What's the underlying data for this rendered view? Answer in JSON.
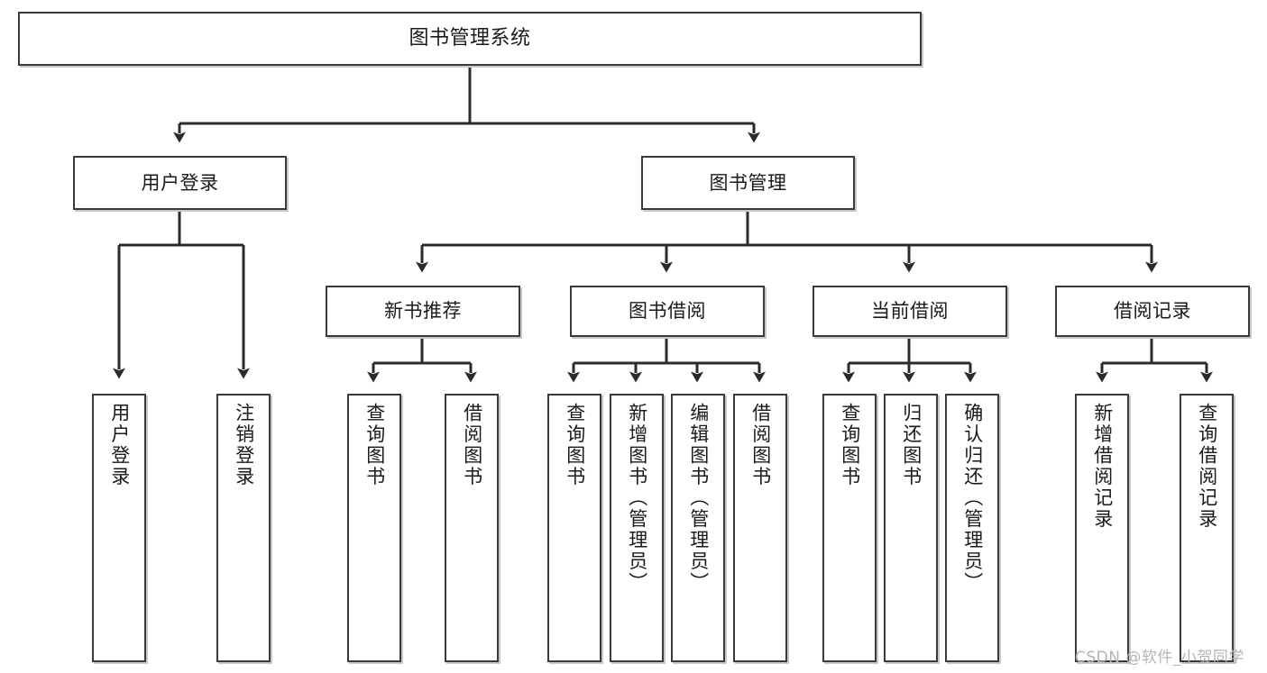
{
  "diagram": {
    "type": "tree-hierarchy-functional-structure",
    "title": "图书管理系统",
    "orientation": "top-down",
    "colors": {
      "box_border": "#3a3a3a",
      "box_fill": "#ffffff",
      "edge": "#2b2b2b",
      "shadow": "#c9c9c9",
      "watermark": "#b4b4b4",
      "background": "#ffffff"
    }
  },
  "nodes": {
    "root": {
      "label": "图书管理系统"
    },
    "level2": [
      {
        "id": "user-login",
        "label": "用户登录"
      },
      {
        "id": "book-management",
        "label": "图书管理"
      }
    ],
    "level3": [
      {
        "id": "new-book-recommend",
        "label": "新书推荐"
      },
      {
        "id": "book-borrow",
        "label": "图书借阅"
      },
      {
        "id": "current-borrow",
        "label": "当前借阅"
      },
      {
        "id": "borrow-record",
        "label": "借阅记录"
      }
    ],
    "leaves": [
      {
        "id": "leaf-user-login",
        "label": "用户登录",
        "parent": "user-login"
      },
      {
        "id": "leaf-logout-login",
        "label": "注销登录",
        "parent": "user-login"
      },
      {
        "id": "leaf-query-book-1",
        "label": "查询图书",
        "parent": "new-book-recommend"
      },
      {
        "id": "leaf-borrow-book-1",
        "label": "借阅图书",
        "parent": "new-book-recommend"
      },
      {
        "id": "leaf-query-book-2",
        "label": "查询图书",
        "parent": "book-borrow"
      },
      {
        "id": "leaf-add-book",
        "label": "新增图书（管理员）",
        "parent": "book-borrow"
      },
      {
        "id": "leaf-edit-book",
        "label": "编辑图书（管理员）",
        "parent": "book-borrow"
      },
      {
        "id": "leaf-borrow-book-2",
        "label": "借阅图书",
        "parent": "book-borrow"
      },
      {
        "id": "leaf-query-book-3",
        "label": "查询图书",
        "parent": "current-borrow"
      },
      {
        "id": "leaf-return-book",
        "label": "归还图书",
        "parent": "current-borrow"
      },
      {
        "id": "leaf-confirm-return",
        "label": "确认归还（管理员）",
        "parent": "current-borrow"
      },
      {
        "id": "leaf-add-record",
        "label": "新增借阅记录",
        "parent": "borrow-record"
      },
      {
        "id": "leaf-query-record",
        "label": "查询借阅记录",
        "parent": "borrow-record"
      }
    ]
  },
  "watermark": {
    "text": "CSDN @软件_小贺同学"
  }
}
